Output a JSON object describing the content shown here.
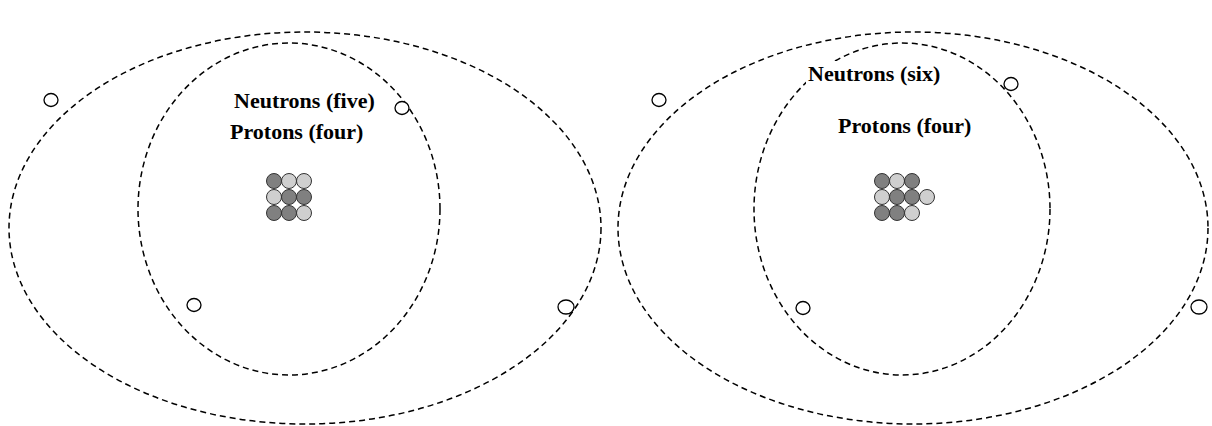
{
  "diagram": {
    "labels": [
      "Neutrons (five)",
      "Protons (four)",
      "Neutrons (six)",
      "Protons (four)"
    ]
  }
}
